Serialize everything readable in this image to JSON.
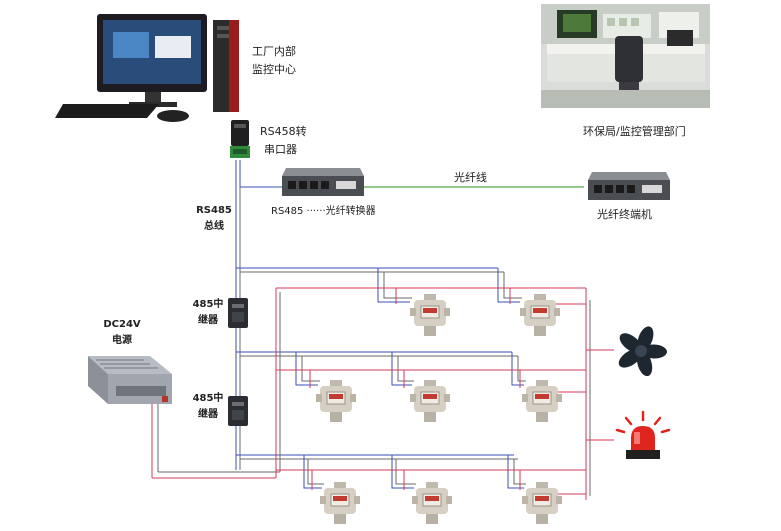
{
  "labels": {
    "center_line1": "工厂内部",
    "center_line2": "监控中心",
    "converter_line1": "RS458转",
    "converter_line2": "串口器",
    "epb": "环保局/监控管理部门",
    "fiber": "光纤线",
    "rs485_converter": "RS485 ······光纤转换器",
    "fiber_terminal": "光纤终端机",
    "bus_line1": "RS485",
    "bus_line2": "总线",
    "repeater1_line1": "485中",
    "repeater1_line2": "继器",
    "repeater2_line1": "485中",
    "repeater2_line2": "继器",
    "psu_line1": "DC24V",
    "psu_line2": "电源"
  },
  "icons": {
    "computer": "desktop-computer-icon",
    "monitoring_room": "control-room-photo",
    "serial_converter": "serial-converter-icon",
    "fiber_switch": "fiber-switch-icon",
    "repeater": "repeater-icon",
    "power_supply": "power-supply-icon",
    "gas_detector": "gas-detector-icon",
    "exhaust_fan": "exhaust-fan-icon",
    "alarm_light": "alarm-light-icon"
  },
  "colors": {
    "bus_blue": "#3a4fb8",
    "power_red": "#d23a5a",
    "signal_gray": "#6a6a6a",
    "fiber_green": "#5aa84a"
  }
}
